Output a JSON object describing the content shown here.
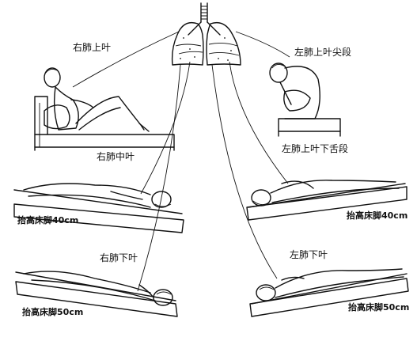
{
  "labels": {
    "right_upper": "右肺上叶",
    "left_upper_apical": "左肺上叶尖段",
    "right_middle": "右肺中叶",
    "left_upper_lingular": "左肺上叶下舌段",
    "right_lower": "右肺下叶",
    "left_lower": "左肺下叶"
  },
  "captions": {
    "elevate_40_left": "抬高床脚40cm",
    "elevate_40_right": "抬高床脚40cm",
    "elevate_50_left": "抬高床脚50cm",
    "elevate_50_right": "抬高床脚50cm"
  }
}
